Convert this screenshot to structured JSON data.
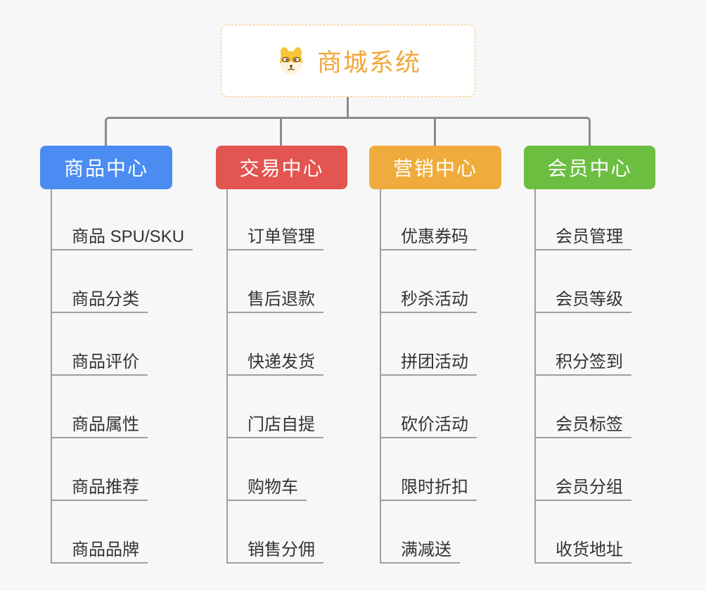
{
  "app": {
    "background_color": "#F7F7F7",
    "connector_color": "#8A8A8A",
    "child_line_color": "#9E9E9E",
    "item_text_color": "#333333"
  },
  "root": {
    "title": "商城系统",
    "text_color": "#F0A73A",
    "border_color": "#F2C06D",
    "icon": "shiba-dog-icon"
  },
  "branches": [
    {
      "label": "商品中心",
      "color": "#4A8CF2",
      "items": [
        "商品 SPU/SKU",
        "商品分类",
        "商品评价",
        "商品属性",
        "商品推荐",
        "商品品牌"
      ]
    },
    {
      "label": "交易中心",
      "color": "#E25550",
      "items": [
        "订单管理",
        "售后退款",
        "快递发货",
        "门店自提",
        "购物车",
        "销售分佣"
      ]
    },
    {
      "label": "营销中心",
      "color": "#EFAC3C",
      "items": [
        "优惠券码",
        "秒杀活动",
        "拼团活动",
        "砍价活动",
        "限时折扣",
        "满减送"
      ]
    },
    {
      "label": "会员中心",
      "color": "#6CBE40",
      "items": [
        "会员管理",
        "会员等级",
        "积分签到",
        "会员标签",
        "会员分组",
        "收货地址"
      ]
    }
  ]
}
